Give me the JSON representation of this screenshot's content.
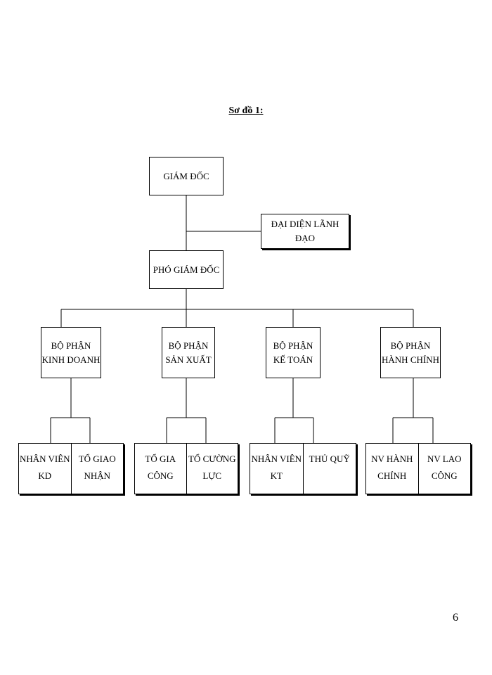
{
  "caption": "Sơ đồ 1:",
  "top_nodes": {
    "director": "GIÁM ĐỐC",
    "leadership_rep": "ĐẠI DIỆN LÃNH ĐẠO",
    "deputy_director": "PHÓ GIÁM ĐỐC"
  },
  "departments": [
    {
      "name": "BỘ PHẬN\nKINH DOANH",
      "units": [
        "NHÂN VIÊN\nKD",
        "TỔ GIAO\nNHẬN"
      ]
    },
    {
      "name": "BỘ PHẬN\nSẢN XUẤT",
      "units": [
        "TỔ GIA\nCÔNG",
        "TỔ CƯỜNG\nLỰC"
      ]
    },
    {
      "name": "BỘ PHẬN\nKẾ TOÁN",
      "units": [
        "NHÂN VIÊN\nKT",
        "THỦ QUỸ"
      ]
    },
    {
      "name": "BỘ PHẬN\nHÀNH CHÍNH",
      "units": [
        "NV HÀNH\nCHÍNH",
        "NV LAO\nCÔNG"
      ]
    }
  ],
  "page_number": "6"
}
